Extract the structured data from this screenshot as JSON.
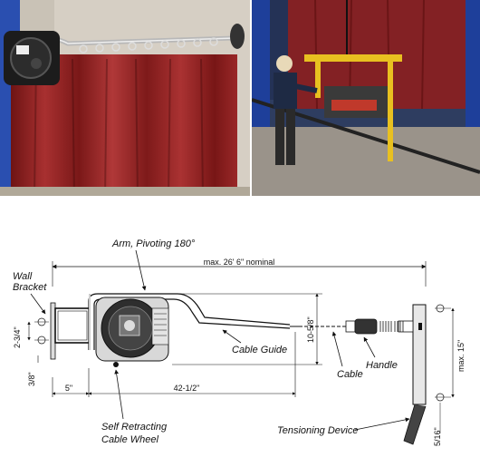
{
  "labels": {
    "arm": "Arm, Pivoting 180°",
    "wall_bracket_line1": "Wall",
    "wall_bracket_line2": "Bracket",
    "cable_guide": "Cable Guide",
    "cable": "Cable",
    "handle": "Handle",
    "self_retracting_line1": "Self Retracting",
    "self_retracting_line2": "Cable Wheel",
    "tensioning_device": "Tensioning Device"
  },
  "dimensions": {
    "overall": "max. 26' 6\" nominal",
    "bracket_height": "2-3/4\"",
    "bracket_offset": "3/8\"",
    "wall_to_wheel": "5\"",
    "wheel_to_guide": "42-1/2\"",
    "guide_height": "10-5/8\"",
    "right_height": "max. 15\"",
    "right_offset": "5/16\""
  },
  "colors": {
    "curtain": "#8e1f1f",
    "blue_wall": "#1e3f9a",
    "yellow_lifter": "#e8c020"
  }
}
